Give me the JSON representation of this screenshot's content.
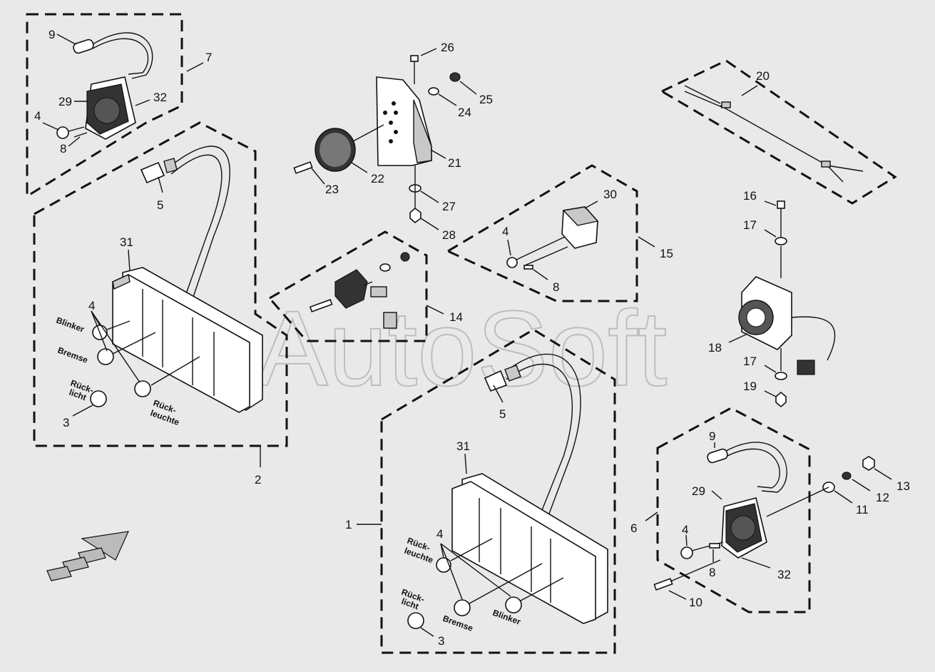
{
  "watermark": "AutoSoft",
  "callouts": {
    "c1": "1",
    "c2": "2",
    "c3a": "3",
    "c3b": "3",
    "c4a": "4",
    "c4b": "4",
    "c4c": "4",
    "c4d": "4",
    "c4e": "4",
    "c5a": "5",
    "c5b": "5",
    "c6": "6",
    "c7": "7",
    "c8a": "8",
    "c8b": "8",
    "c8c": "8",
    "c9a": "9",
    "c9b": "9",
    "c10": "10",
    "c11": "11",
    "c12": "12",
    "c13": "13",
    "c14": "14",
    "c15": "15",
    "c16": "16",
    "c17a": "17",
    "c17b": "17",
    "c18": "18",
    "c19": "19",
    "c20": "20",
    "c21": "21",
    "c22": "22",
    "c23": "23",
    "c24": "24",
    "c25": "25",
    "c26": "26",
    "c27": "27",
    "c28": "28",
    "c29a": "29",
    "c29b": "29",
    "c30": "30",
    "c31a": "31",
    "c31b": "31",
    "c32a": "32",
    "c32b": "32"
  },
  "labels": {
    "blinker_left": "Blinker",
    "bremse_left": "Bremse",
    "ruecklicht_left_1": "Rück-",
    "ruecklicht_left_2": "licht",
    "rueckleuchte_left_1": "Rück-",
    "rueckleuchte_left_2": "leuchte",
    "rueckleuchte_right_1": "Rück-",
    "rueckleuchte_right_2": "leuchte",
    "ruecklicht_right_1": "Rück-",
    "ruecklicht_right_2": "licht",
    "bremse_right": "Bremse",
    "blinker_right": "Blinker"
  }
}
